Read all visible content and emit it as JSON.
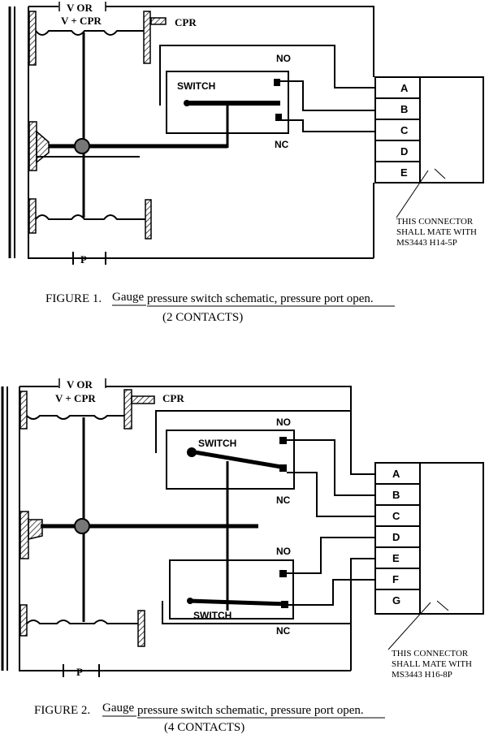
{
  "figure1": {
    "v_or": "V OR",
    "v_cpr": "V + CPR",
    "cpr": "CPR",
    "no": "NO",
    "nc": "NC",
    "switch": "SWITCH",
    "p": "P",
    "pins": [
      "A",
      "B",
      "C",
      "D",
      "E"
    ],
    "note": [
      "THIS CONNECTOR",
      "SHALL MATE WITH",
      "MS3443 H14-5P"
    ],
    "caption_prefix": "FIGURE 1.",
    "caption_gauge": "Gauge",
    "caption_rest": "pressure switch schematic, pressure port open.",
    "caption_sub": "(2 CONTACTS)"
  },
  "figure2": {
    "v_or": "V OR",
    "v_cpr": "V + CPR",
    "cpr": "CPR",
    "no": "NO",
    "nc": "NC",
    "switch": "SWITCH",
    "p": "P",
    "pins": [
      "A",
      "B",
      "C",
      "D",
      "E",
      "F",
      "G"
    ],
    "note": [
      "THIS CONNECTOR",
      "SHALL MATE WITH",
      "MS3443 H16-8P"
    ],
    "caption_prefix": "FIGURE 2.",
    "caption_gauge": "Gauge",
    "caption_rest": "pressure switch schematic, pressure port open.",
    "caption_sub": "(4 CONTACTS)"
  }
}
